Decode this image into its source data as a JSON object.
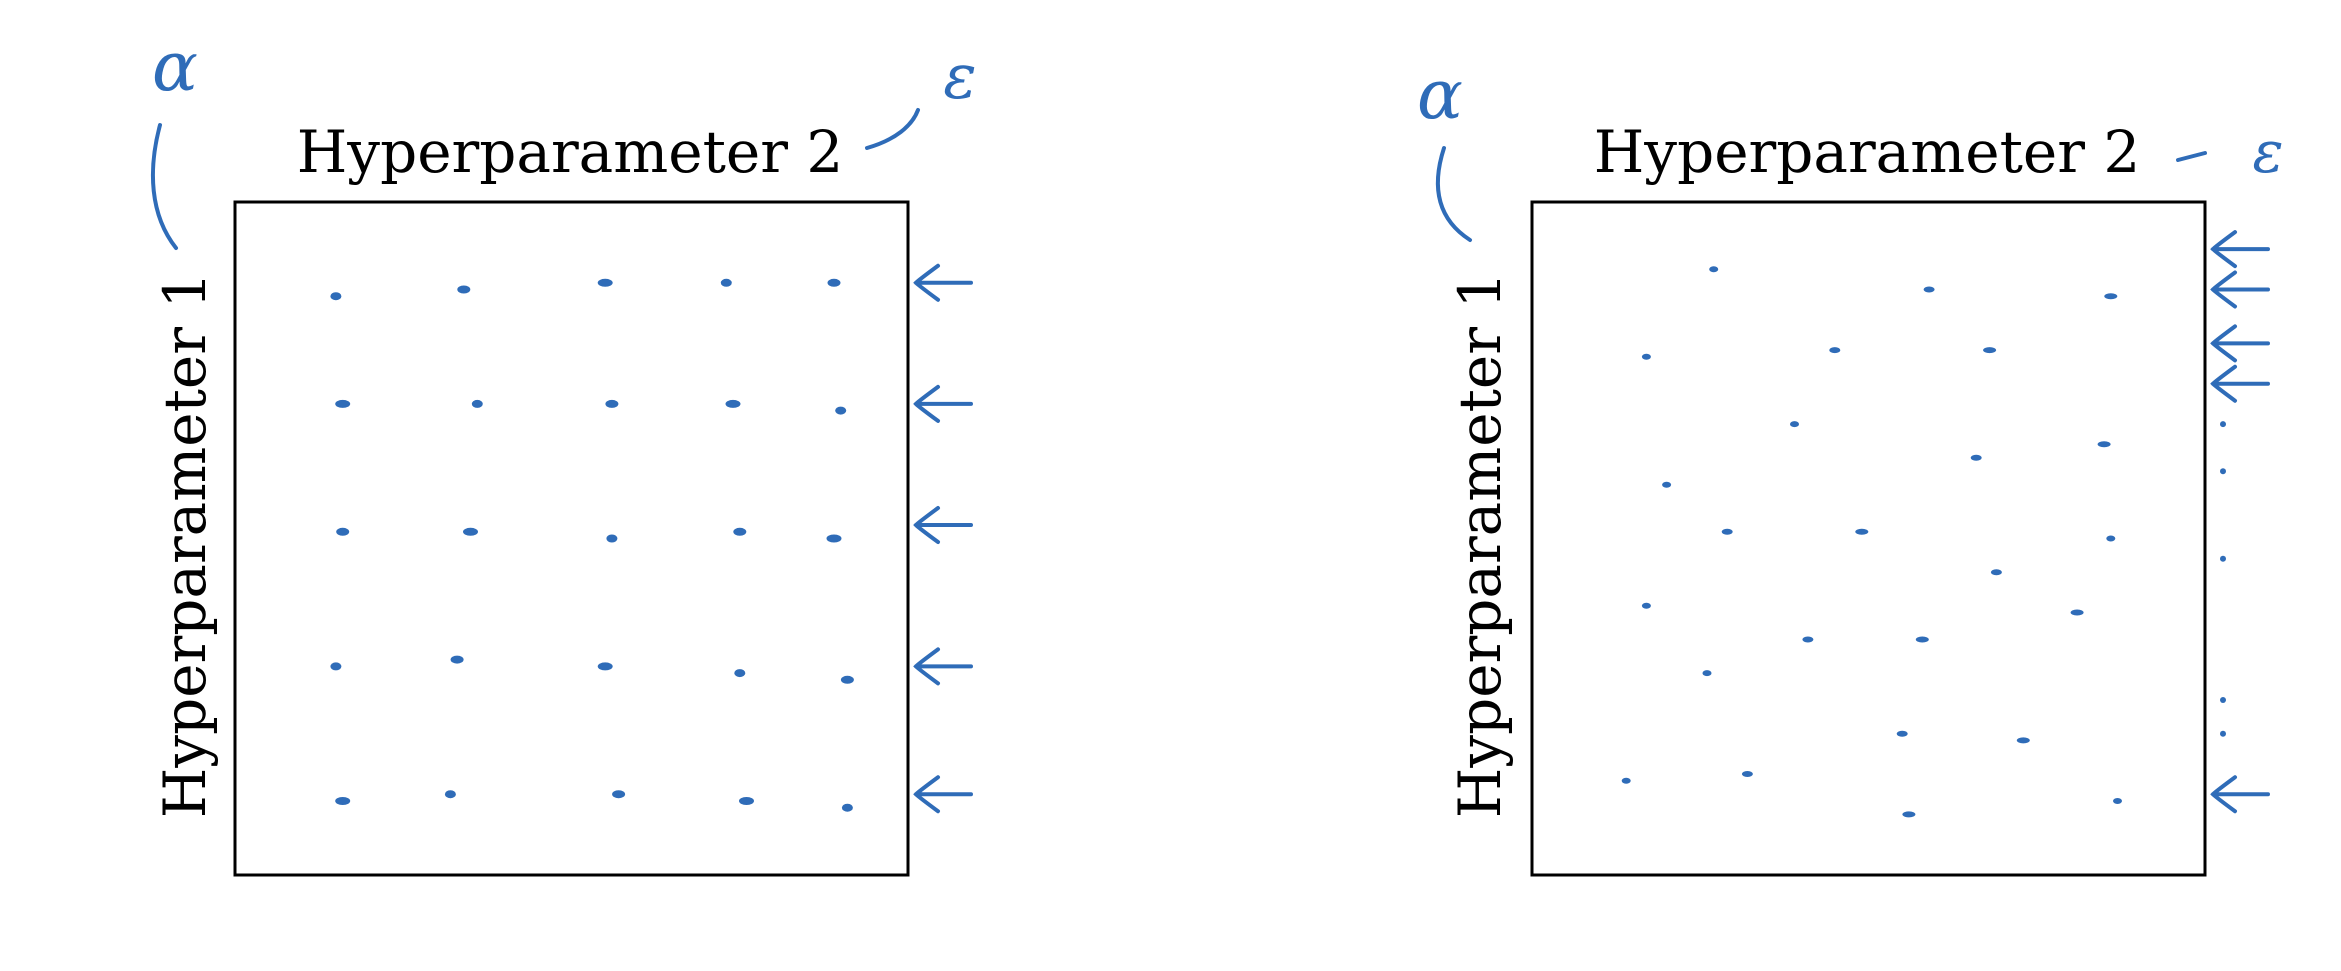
{
  "ink_color": "#2f6cb8",
  "frame_color": "#000000",
  "panels": [
    {
      "id": "grid",
      "title": "Hyperparameter 2",
      "ylabel": "Hyperparameter 1",
      "title_annotation": "ε",
      "ylabel_annotation": "α",
      "sampling": "grid",
      "points": [
        [
          0.15,
          0.14
        ],
        [
          0.34,
          0.13
        ],
        [
          0.55,
          0.12
        ],
        [
          0.73,
          0.12
        ],
        [
          0.89,
          0.12
        ],
        [
          0.16,
          0.3
        ],
        [
          0.36,
          0.3
        ],
        [
          0.56,
          0.3
        ],
        [
          0.74,
          0.3
        ],
        [
          0.9,
          0.31
        ],
        [
          0.16,
          0.49
        ],
        [
          0.35,
          0.49
        ],
        [
          0.56,
          0.5
        ],
        [
          0.75,
          0.49
        ],
        [
          0.89,
          0.5
        ],
        [
          0.15,
          0.69
        ],
        [
          0.33,
          0.68
        ],
        [
          0.55,
          0.69
        ],
        [
          0.75,
          0.7
        ],
        [
          0.91,
          0.71
        ],
        [
          0.16,
          0.89
        ],
        [
          0.32,
          0.88
        ],
        [
          0.57,
          0.88
        ],
        [
          0.76,
          0.89
        ],
        [
          0.91,
          0.9
        ]
      ],
      "arrow_marks": [
        0.12,
        0.3,
        0.48,
        0.69,
        0.88
      ],
      "arrow_style": "arrow"
    },
    {
      "id": "random",
      "title": "Hyperparameter 2",
      "ylabel": "Hyperparameter 1",
      "title_annotation": "ε",
      "ylabel_annotation": "α",
      "sampling": "random",
      "points": [
        [
          0.27,
          0.1
        ],
        [
          0.59,
          0.13
        ],
        [
          0.86,
          0.14
        ],
        [
          0.17,
          0.23
        ],
        [
          0.45,
          0.22
        ],
        [
          0.68,
          0.22
        ],
        [
          0.39,
          0.33
        ],
        [
          0.66,
          0.38
        ],
        [
          0.85,
          0.36
        ],
        [
          0.2,
          0.42
        ],
        [
          0.29,
          0.49
        ],
        [
          0.49,
          0.49
        ],
        [
          0.86,
          0.5
        ],
        [
          0.69,
          0.55
        ],
        [
          0.81,
          0.61
        ],
        [
          0.17,
          0.6
        ],
        [
          0.41,
          0.65
        ],
        [
          0.58,
          0.65
        ],
        [
          0.26,
          0.7
        ],
        [
          0.55,
          0.79
        ],
        [
          0.73,
          0.8
        ],
        [
          0.14,
          0.86
        ],
        [
          0.32,
          0.85
        ],
        [
          0.56,
          0.91
        ],
        [
          0.87,
          0.89
        ]
      ],
      "arrow_marks": [
        0.07,
        0.13,
        0.21,
        0.27,
        0.88
      ],
      "tick_marks": [
        0.33,
        0.4,
        0.53,
        0.74,
        0.79
      ],
      "arrow_style": "arrow"
    }
  ]
}
